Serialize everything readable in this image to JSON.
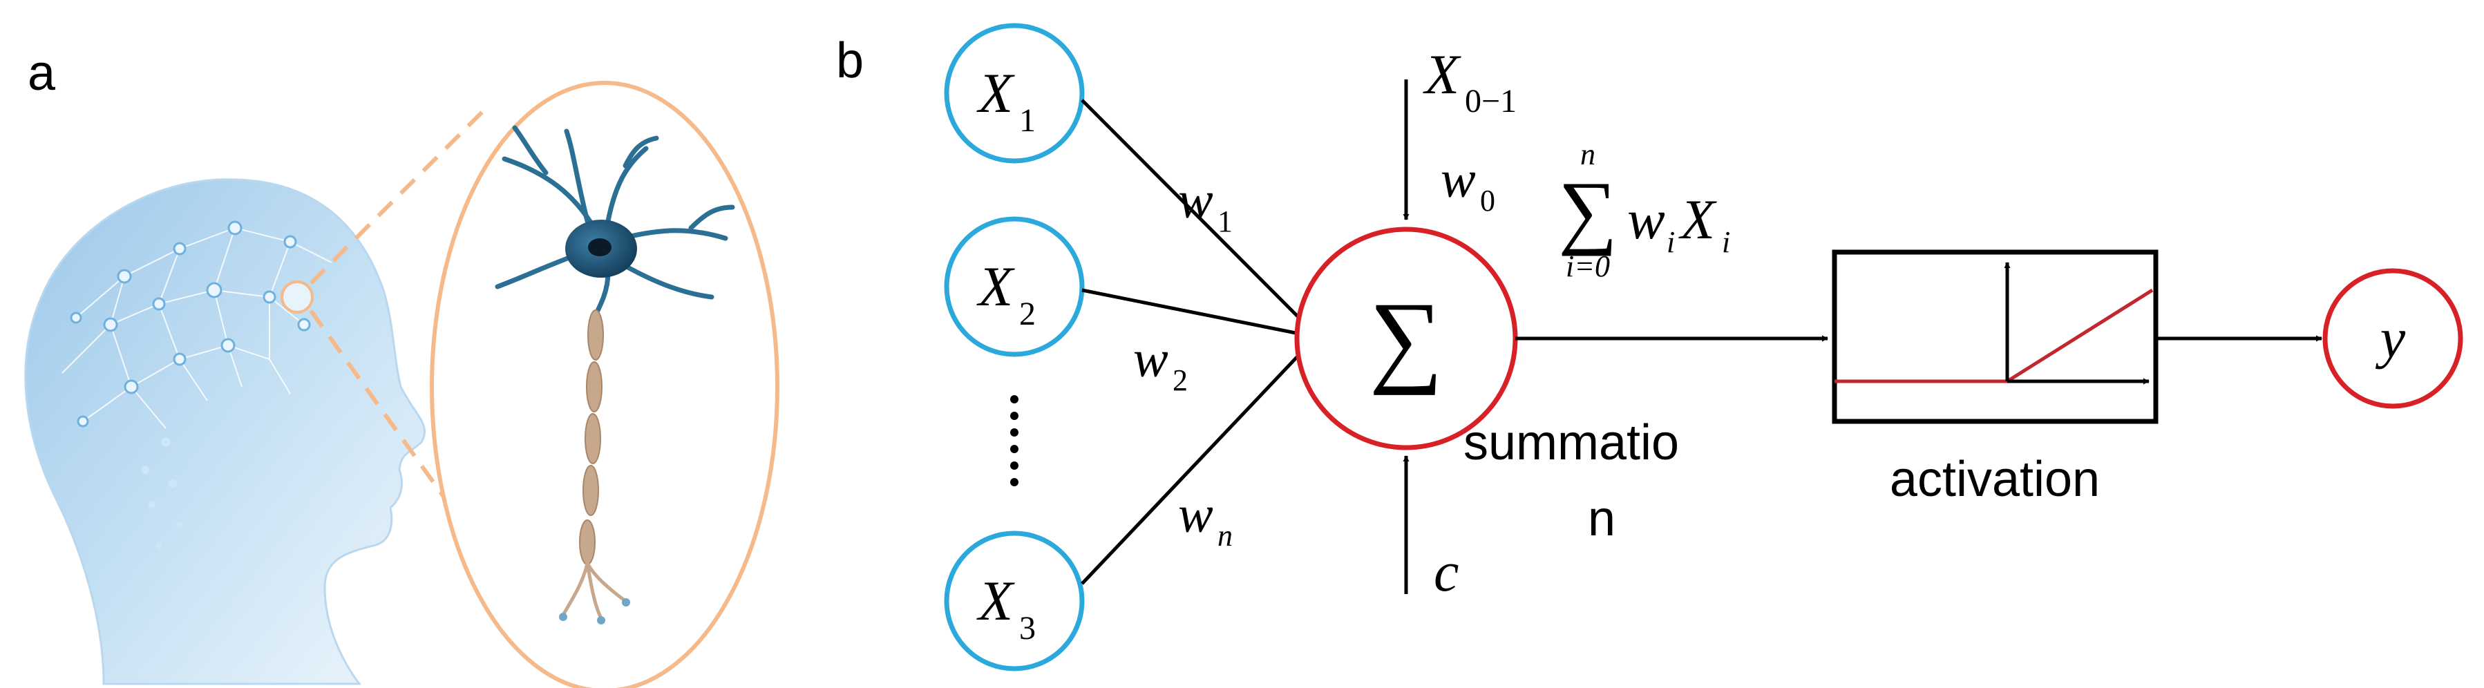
{
  "panel_a": {
    "label": "a"
  },
  "panel_b": {
    "label": "b",
    "inputs": [
      {
        "symbol": "X",
        "subscript": "1"
      },
      {
        "symbol": "X",
        "subscript": "2"
      },
      {
        "symbol": "X",
        "subscript": "3"
      }
    ],
    "weights": [
      {
        "symbol": "w",
        "subscript": "1"
      },
      {
        "symbol": "w",
        "subscript": "2"
      },
      {
        "symbol": "w",
        "subscript": "n"
      }
    ],
    "bias_input": {
      "symbol": "X",
      "subscript": "0−1"
    },
    "bias_weight": {
      "symbol": "w",
      "subscript": "0"
    },
    "sum_symbol": "∑",
    "formula": {
      "upper": "n",
      "lower": "i=0",
      "w": "w",
      "w_sub": "i",
      "x": "X",
      "x_sub": "i"
    },
    "summation_label_line1": "summatio",
    "summation_label_line2": "n",
    "constant": "c",
    "activation_label": "activation",
    "output": "y"
  },
  "colors": {
    "input_stroke": "#2ba8dc",
    "node_stroke": "#d82127",
    "relu_line": "#c0282d",
    "oval_stroke": "#f5b98a",
    "arrow": "#000000"
  }
}
